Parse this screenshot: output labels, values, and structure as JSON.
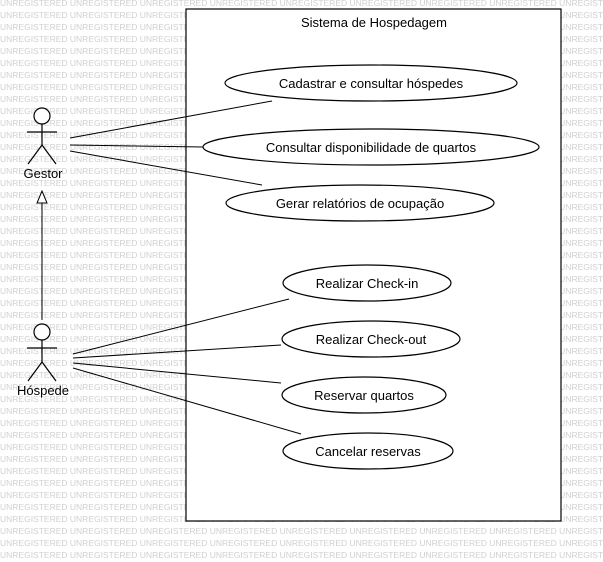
{
  "watermark": {
    "text": "UNREGISTERED"
  },
  "system": {
    "title": "Sistema de Hospedagem"
  },
  "actors": {
    "gestor": {
      "label": "Gestor"
    },
    "hospede": {
      "label": "Hóspede"
    }
  },
  "use_cases": {
    "cadastrar": "Cadastrar e consultar hóspedes",
    "disponibilidade": "Consultar disponibilidade de quartos",
    "relatorios": "Gerar relatórios de ocupação",
    "checkin": "Realizar Check-in",
    "checkout": "Realizar Check-out",
    "reservar": "Reservar quartos",
    "cancelar": "Cancelar reservas"
  },
  "colors": {
    "line": "#000000",
    "fill": "#ffffff",
    "watermark": "#d0d0d0"
  }
}
